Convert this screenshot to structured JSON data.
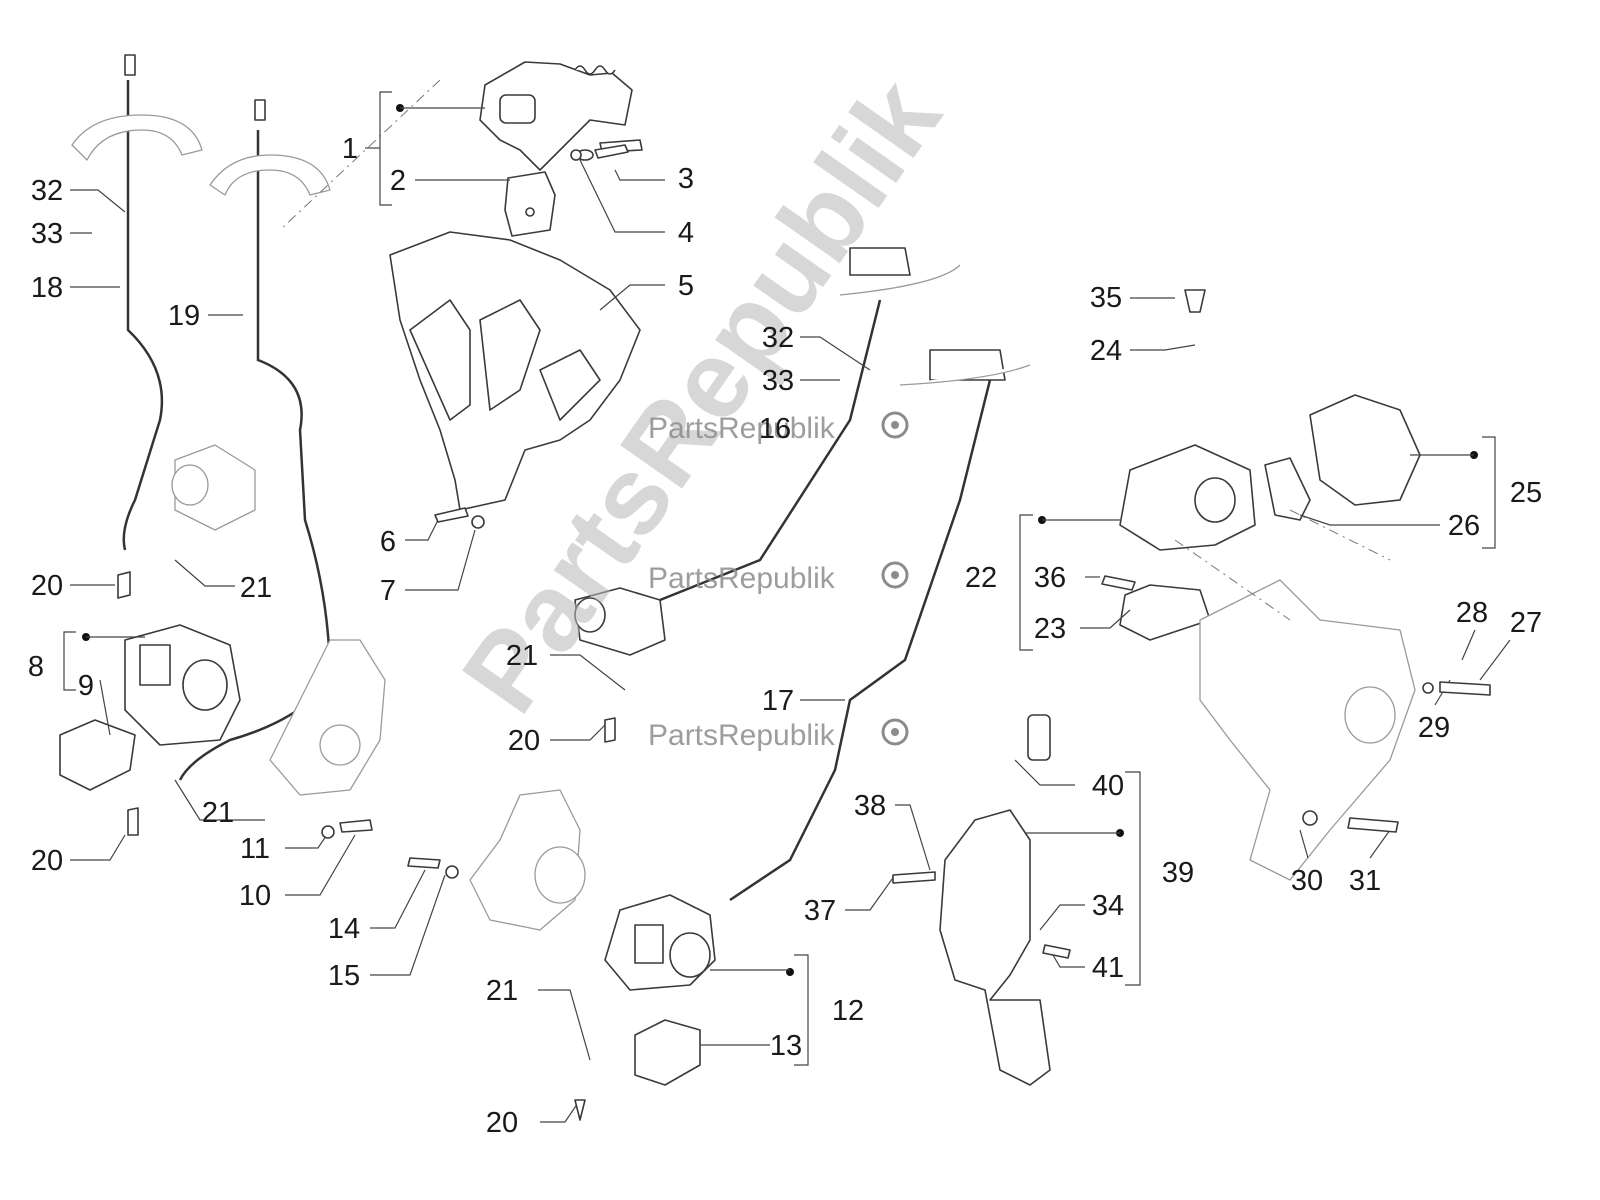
{
  "watermark": {
    "brand": "PartsRepublik",
    "diagonal": "PartsRepublik",
    "gear": "gear-icon"
  },
  "callouts": [
    "1",
    "2",
    "3",
    "4",
    "5",
    "6",
    "7",
    "8",
    "9",
    "10",
    "11",
    "12",
    "13",
    "14",
    "15",
    "16",
    "17",
    "18",
    "19",
    "20",
    "20",
    "20",
    "20",
    "21",
    "21",
    "21",
    "21",
    "22",
    "23",
    "24",
    "25",
    "26",
    "27",
    "28",
    "29",
    "30",
    "31",
    "32",
    "32",
    "33",
    "33",
    "34",
    "35",
    "36",
    "37",
    "38",
    "39",
    "40",
    "41"
  ]
}
